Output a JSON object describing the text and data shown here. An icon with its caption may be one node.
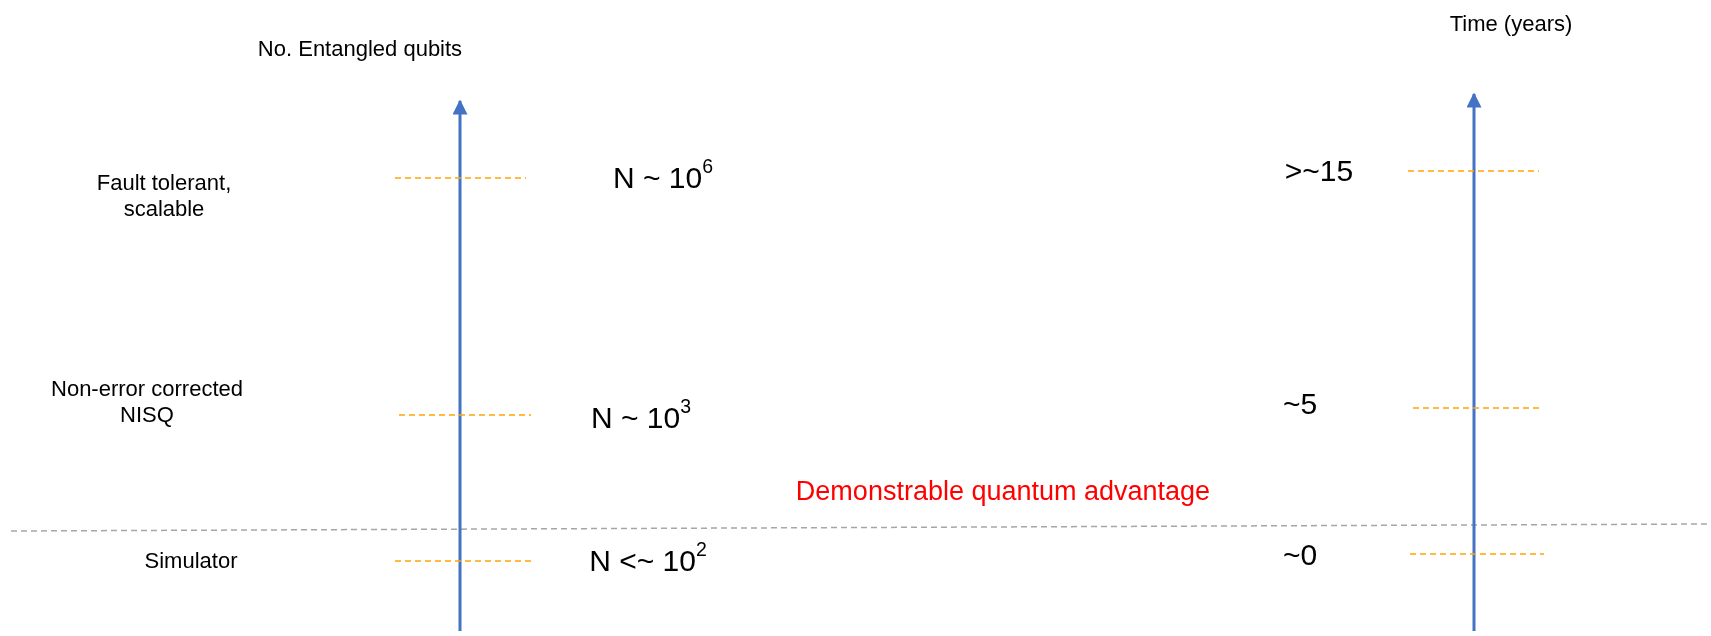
{
  "diagram": {
    "labels": [
      "No. Entangled qubits",
      "Time (years)",
      "Fault tolerant, scalable",
      "N ~ 10$^{6}$",
      ">~15",
      "Non-error corrected NISQ",
      "N ~ 10$^{3}$",
      "~5",
      "Demonstrable quantum advantage",
      "Simulator",
      "N <~ 10$^{2}$",
      "~0"
    ]
  }
}
